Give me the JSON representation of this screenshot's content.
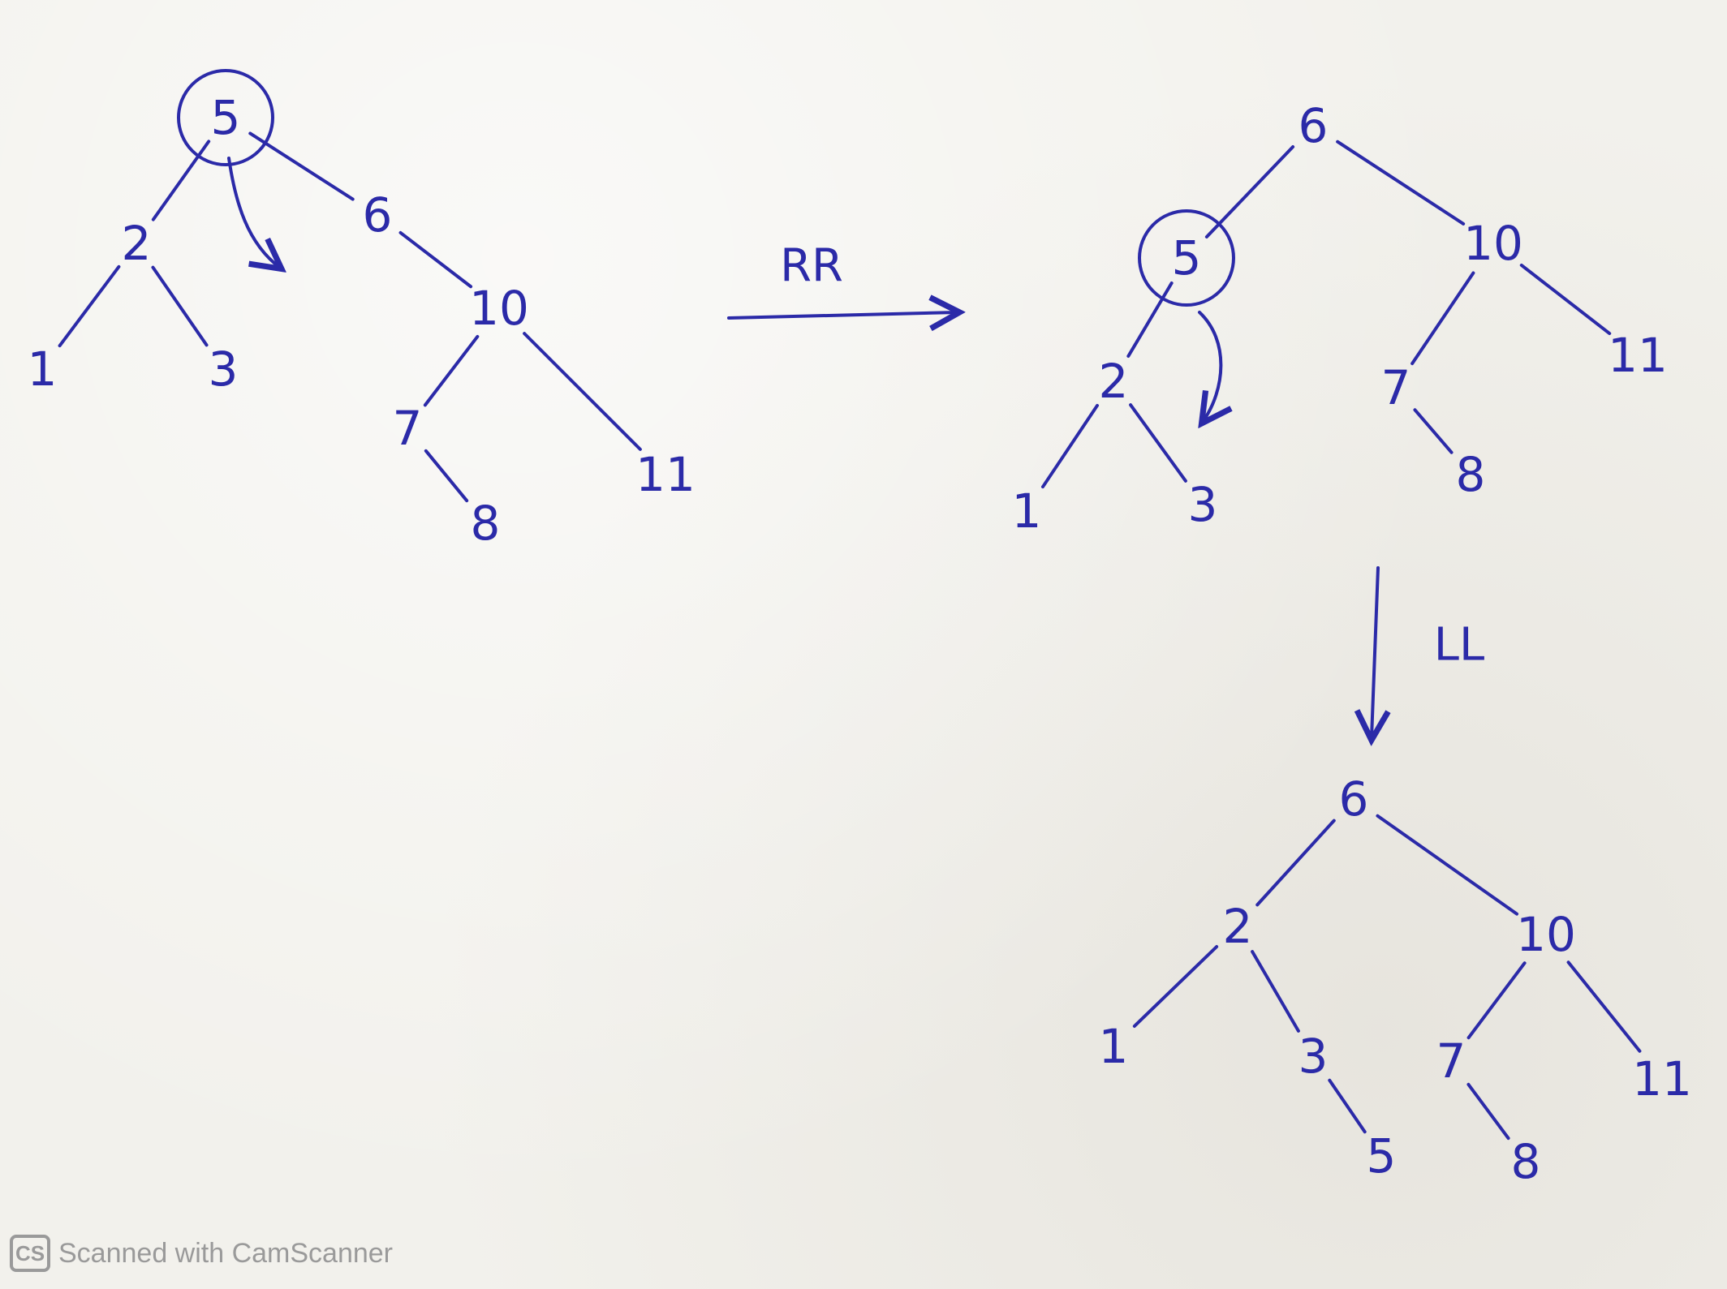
{
  "trees": [
    {
      "id": "initial",
      "nodes": [
        {
          "id": "t1n5",
          "label": "5",
          "circled": true
        },
        {
          "id": "t1n2",
          "label": "2"
        },
        {
          "id": "t1n6",
          "label": "6"
        },
        {
          "id": "t1n1",
          "label": "1"
        },
        {
          "id": "t1n3",
          "label": "3"
        },
        {
          "id": "t1n10",
          "label": "10"
        },
        {
          "id": "t1n7",
          "label": "7"
        },
        {
          "id": "t1n11",
          "label": "11"
        },
        {
          "id": "t1n8",
          "label": "8"
        }
      ],
      "edges": [
        [
          "t1n5",
          "t1n2"
        ],
        [
          "t1n5",
          "t1n6"
        ],
        [
          "t1n2",
          "t1n1"
        ],
        [
          "t1n2",
          "t1n3"
        ],
        [
          "t1n6",
          "t1n10"
        ],
        [
          "t1n10",
          "t1n7"
        ],
        [
          "t1n10",
          "t1n11"
        ],
        [
          "t1n7",
          "t1n8"
        ]
      ]
    },
    {
      "id": "after-rr",
      "nodes": [
        {
          "id": "t2n6",
          "label": "6"
        },
        {
          "id": "t2n5",
          "label": "5",
          "circled": true
        },
        {
          "id": "t2n10",
          "label": "10"
        },
        {
          "id": "t2n2",
          "label": "2"
        },
        {
          "id": "t2n7",
          "label": "7"
        },
        {
          "id": "t2n11",
          "label": "11"
        },
        {
          "id": "t2n1",
          "label": "1"
        },
        {
          "id": "t2n3",
          "label": "3"
        },
        {
          "id": "t2n8",
          "label": "8"
        }
      ],
      "edges": [
        [
          "t2n6",
          "t2n5"
        ],
        [
          "t2n6",
          "t2n10"
        ],
        [
          "t2n5",
          "t2n2"
        ],
        [
          "t2n2",
          "t2n1"
        ],
        [
          "t2n2",
          "t2n3"
        ],
        [
          "t2n10",
          "t2n7"
        ],
        [
          "t2n10",
          "t2n11"
        ],
        [
          "t2n7",
          "t2n8"
        ]
      ]
    },
    {
      "id": "after-ll",
      "nodes": [
        {
          "id": "t3n6",
          "label": "6"
        },
        {
          "id": "t3n2",
          "label": "2"
        },
        {
          "id": "t3n10",
          "label": "10"
        },
        {
          "id": "t3n1",
          "label": "1"
        },
        {
          "id": "t3n3",
          "label": "3"
        },
        {
          "id": "t3n7",
          "label": "7"
        },
        {
          "id": "t3n11",
          "label": "11"
        },
        {
          "id": "t3n5",
          "label": "5"
        },
        {
          "id": "t3n8",
          "label": "8"
        }
      ],
      "edges": [
        [
          "t3n6",
          "t3n2"
        ],
        [
          "t3n6",
          "t3n10"
        ],
        [
          "t3n2",
          "t3n1"
        ],
        [
          "t3n2",
          "t3n3"
        ],
        [
          "t3n3",
          "t3n5"
        ],
        [
          "t3n10",
          "t3n7"
        ],
        [
          "t3n10",
          "t3n11"
        ],
        [
          "t3n7",
          "t3n8"
        ]
      ]
    }
  ],
  "transitions": [
    {
      "id": "rr",
      "label": "RR"
    },
    {
      "id": "ll",
      "label": "LL"
    }
  ],
  "watermark": {
    "logo": "CS",
    "text": "Scanned with CamScanner"
  },
  "colors": {
    "ink": "#2b2aa8",
    "paper": "#f2f1ec",
    "watermark": "#9a9a9a"
  }
}
